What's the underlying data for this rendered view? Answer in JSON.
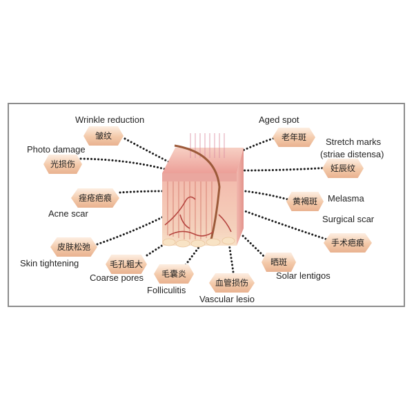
{
  "labels": {
    "wrinkle_reduction": {
      "en": "Wrinkle reduction",
      "cn": "皱纹"
    },
    "photo_damage": {
      "en": "Photo damage",
      "cn": "光损伤"
    },
    "acne_scar": {
      "en": "Acne scar",
      "cn": "痤疮疤痕"
    },
    "skin_tightening": {
      "en": "Skin tightening",
      "cn": "皮肤松弛"
    },
    "coarse_pores": {
      "en": "Coarse pores",
      "cn": "毛孔粗大"
    },
    "folliculitis": {
      "en": "Folliculitis",
      "cn": "毛囊炎"
    },
    "vascular_lesio": {
      "en": "Vascular lesio",
      "cn": "血管损伤"
    },
    "solar_lentigos": {
      "en": "Solar lentigos",
      "cn": "晒斑"
    },
    "surgical_scar": {
      "en": "Surgical scar",
      "cn": "手术疤痕"
    },
    "melasma": {
      "en": "Melasma",
      "cn": "黄褐斑"
    },
    "stretch_marks": {
      "en": "Stretch marks",
      "en2": "(striae distensa)",
      "cn": "妊辰纹"
    },
    "aged_spot": {
      "en": "Aged spot",
      "cn": "老年斑"
    }
  },
  "colors": {
    "frame_border": "#8c8c8c",
    "hex_fill": "#f3c9a9",
    "dots": "#1a1a1a",
    "skin_top": "#f4c3b8",
    "skin_side": "#e8a6a0",
    "dermis": "#f6dbc6"
  }
}
